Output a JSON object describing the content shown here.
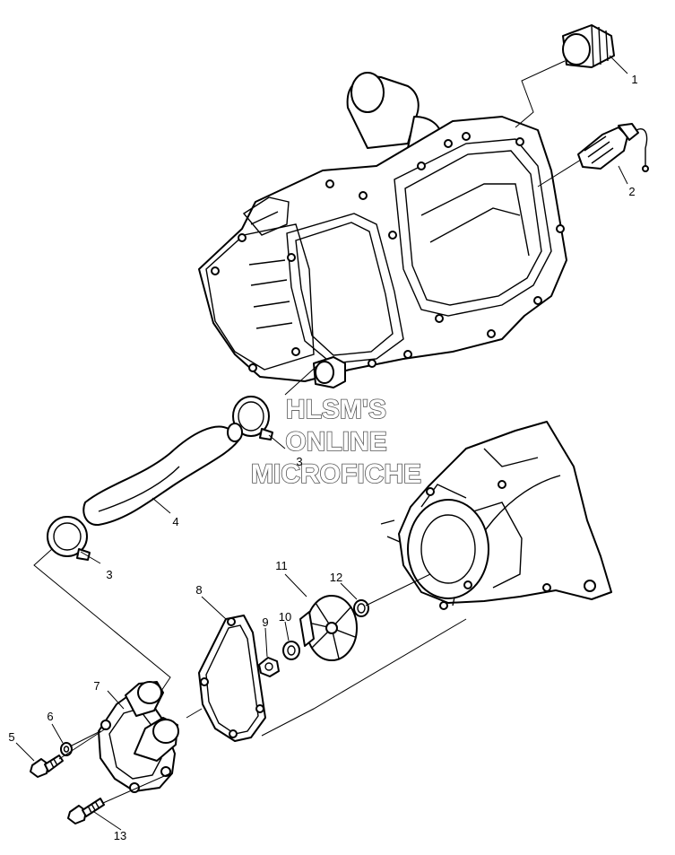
{
  "watermark": {
    "line1": "HLSM'S",
    "line2": "ONLINE",
    "line3": "MICROFICHE",
    "stroke_color": "#555555"
  },
  "callouts": [
    {
      "id": "c1",
      "label": "1"
    },
    {
      "id": "c2",
      "label": "2"
    },
    {
      "id": "c3a",
      "label": "3"
    },
    {
      "id": "c3b",
      "label": "3"
    },
    {
      "id": "c4",
      "label": "4"
    },
    {
      "id": "c5",
      "label": "5"
    },
    {
      "id": "c6",
      "label": "6"
    },
    {
      "id": "c7",
      "label": "7"
    },
    {
      "id": "c8",
      "label": "8"
    },
    {
      "id": "c9",
      "label": "9"
    },
    {
      "id": "c10",
      "label": "10"
    },
    {
      "id": "c11",
      "label": "11"
    },
    {
      "id": "c12",
      "label": "12"
    },
    {
      "id": "c13",
      "label": "13"
    }
  ],
  "colors": {
    "line": "#000000",
    "background": "#ffffff"
  }
}
